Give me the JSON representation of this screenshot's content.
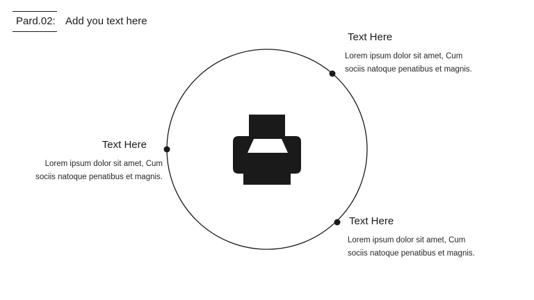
{
  "header": {
    "part_label": "Pard.02:",
    "title": "Add you text here"
  },
  "center_icon": {
    "icon": "printer-icon"
  },
  "callouts": [
    {
      "title": "Text Here",
      "line1": "Lorem ipsum dolor sit amet, Cum",
      "line2": "sociis natoque penatibus et magnis."
    },
    {
      "title": "Text Here",
      "line1": "Lorem ipsum dolor sit amet, Cum",
      "line2": "sociis natoque penatibus et magnis."
    },
    {
      "title": "Text Here",
      "line1": "Lorem ipsum dolor sit amet, Cum",
      "line2": "sociis natoque penatibus et magnis."
    }
  ],
  "colors": {
    "ink": "#1a1a1a",
    "background": "#ffffff"
  }
}
